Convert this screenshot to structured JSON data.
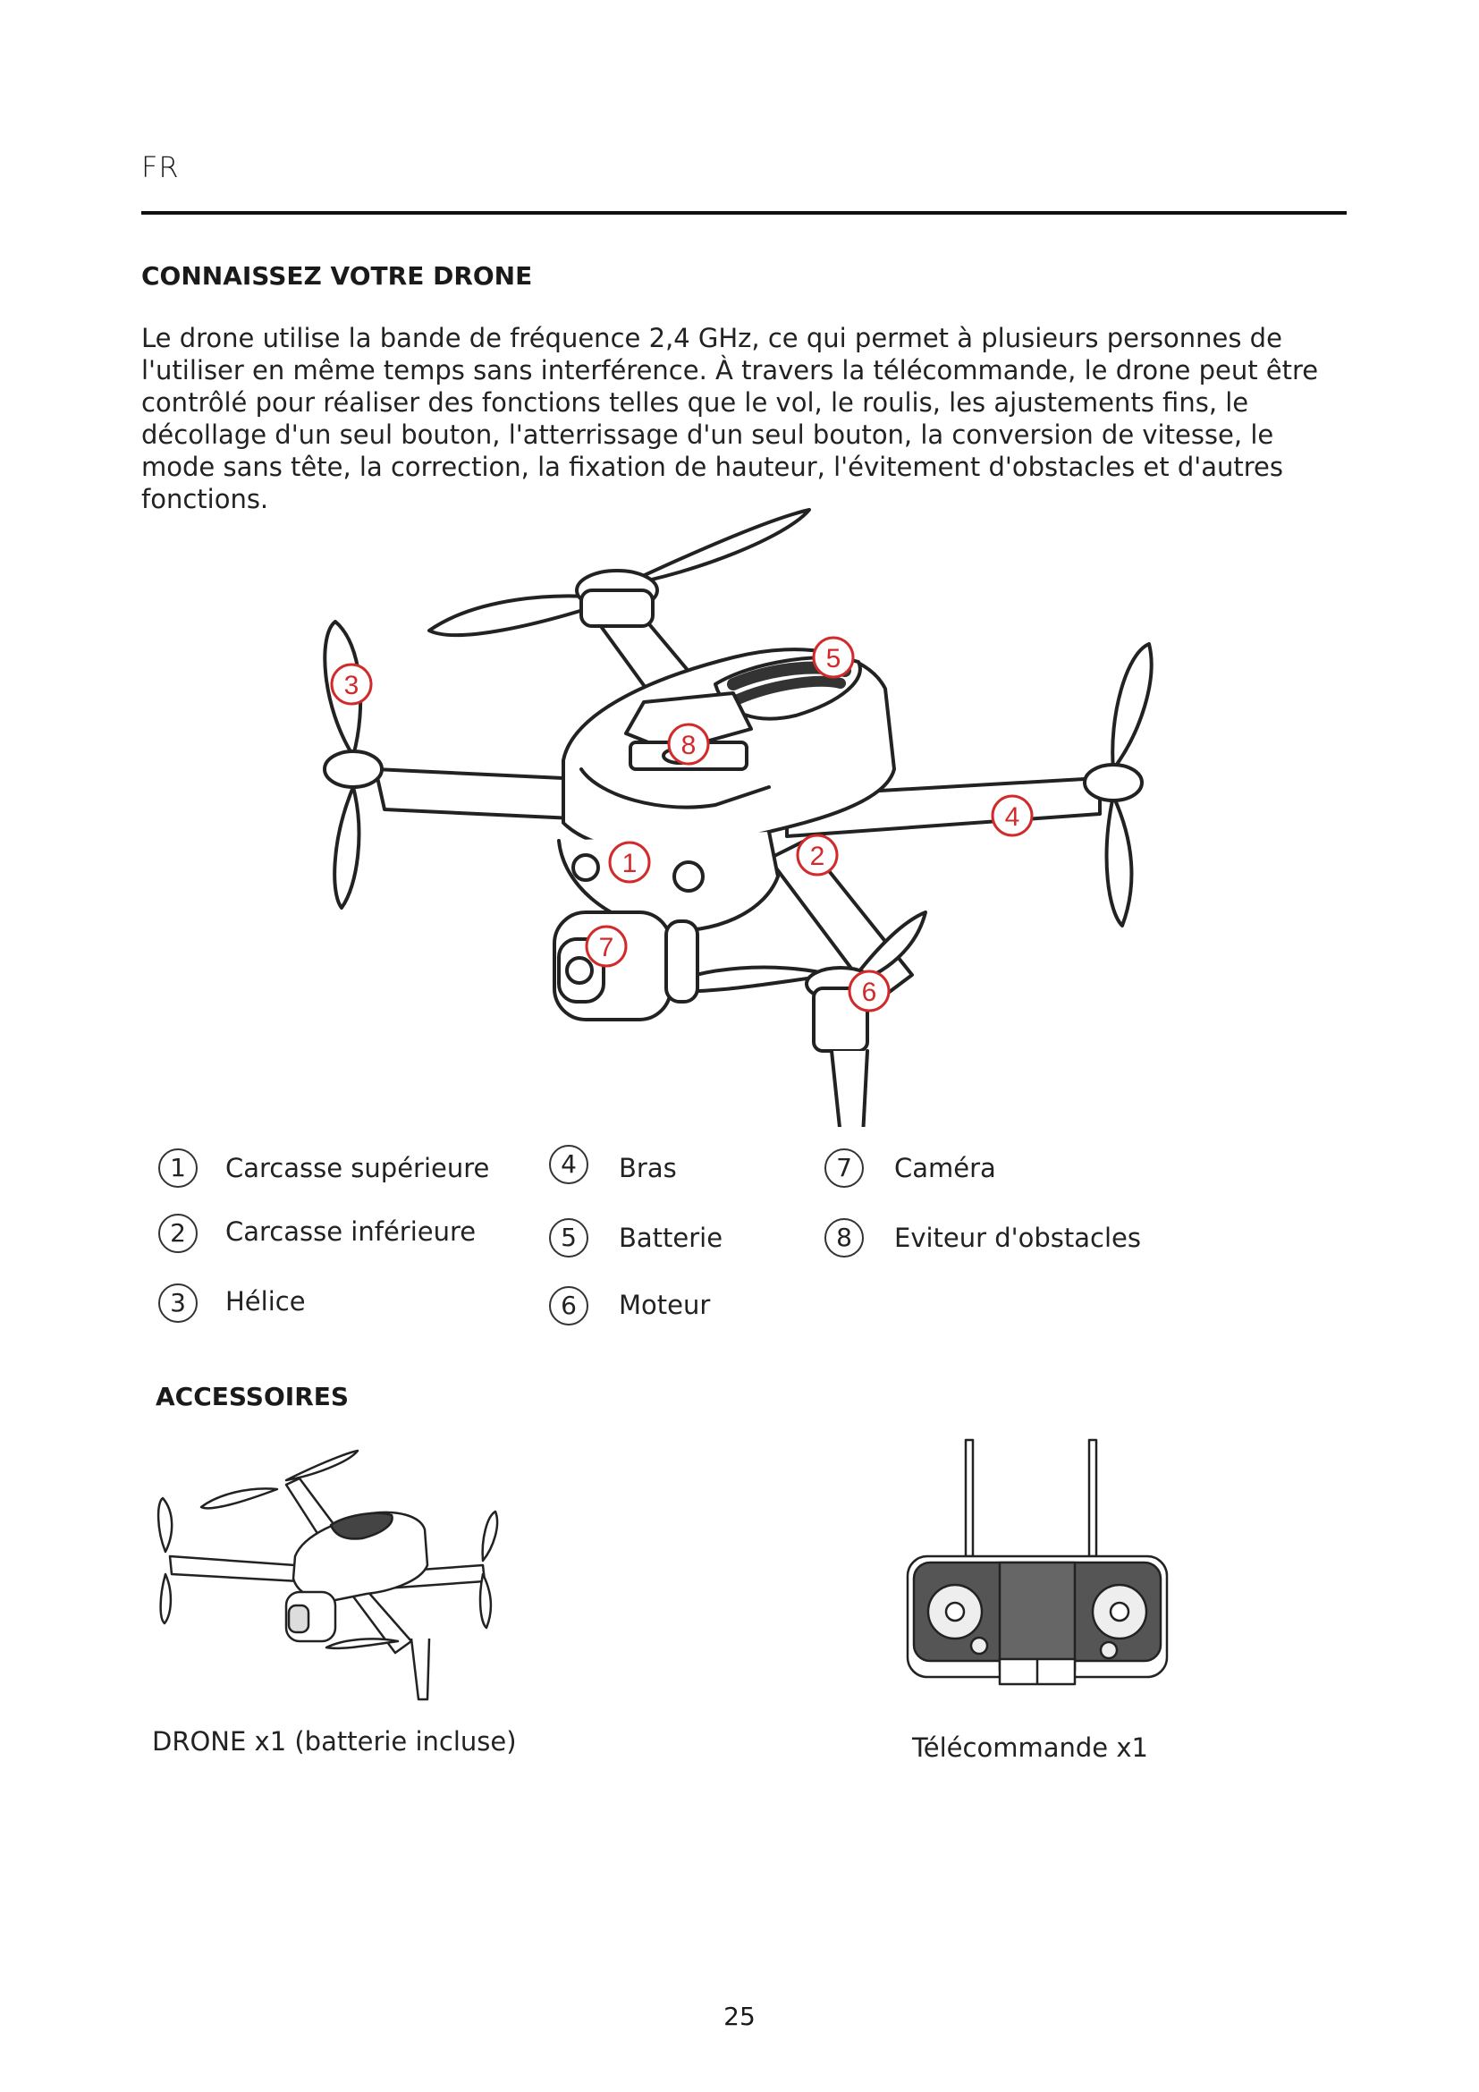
{
  "header": {
    "lang": "FR"
  },
  "section1": {
    "title": "CONNAISSEZ VOTRE DRONE",
    "intro_lines": [
      "Le drone utilise la bande de fréquence 2,4 GHz, ce qui permet à plusieurs personnes de",
      "l'utiliser en même temps sans interférence. À travers la télécommande, le drone peut être",
      "contrôlé pour réaliser des fonctions telles que le vol, le roulis, les ajustements fins, le",
      "décollage d'un seul bouton, l'atterrissage d'un seul bouton, la conversion de vitesse, le",
      "mode sans tête, la correction, la fixation de hauteur, l'évitement d'obstacles et d'autres",
      "fonctions."
    ]
  },
  "callouts": [
    "1",
    "2",
    "3",
    "4",
    "5",
    "6",
    "7",
    "8"
  ],
  "parts": [
    {
      "num": "1",
      "label": "Carcasse supérieure"
    },
    {
      "num": "2",
      "label": "Carcasse inférieure"
    },
    {
      "num": "3",
      "label": "Hélice"
    },
    {
      "num": "4",
      "label": "Bras"
    },
    {
      "num": "5",
      "label": "Batterie"
    },
    {
      "num": "6",
      "label": "Moteur"
    },
    {
      "num": "7",
      "label": "Caméra"
    },
    {
      "num": "8",
      "label": "Eviteur d'obstacles"
    }
  ],
  "section2": {
    "title": "ACCESSOIRES",
    "items": [
      {
        "label": "DRONE x1 (batterie incluse)"
      },
      {
        "label": "Télécommande x1"
      }
    ]
  },
  "footer": {
    "page_number": "25"
  },
  "colors": {
    "callout": "#d22a2a",
    "text": "#1a1a1a"
  }
}
